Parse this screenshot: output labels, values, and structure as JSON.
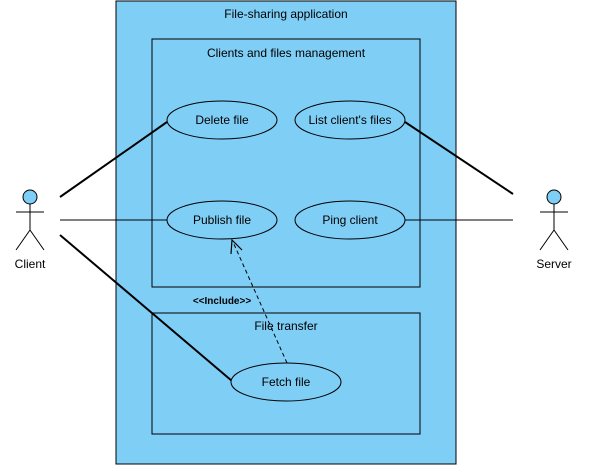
{
  "system": {
    "title": "File-sharing application"
  },
  "subsystems": {
    "clients_files": {
      "title": "Clients and files management"
    },
    "file_transfer": {
      "title": "File transfer"
    }
  },
  "use_cases": {
    "delete_file": "Delete file",
    "list_files": "List client's files",
    "publish_file": "Publish file",
    "ping_client": "Ping client",
    "fetch_file": "Fetch file"
  },
  "actors": {
    "client": "Client",
    "server": "Server"
  },
  "relations": {
    "include_label": "<<Include>>"
  },
  "colors": {
    "fill": "#7fcef6",
    "stroke": "#000000"
  }
}
